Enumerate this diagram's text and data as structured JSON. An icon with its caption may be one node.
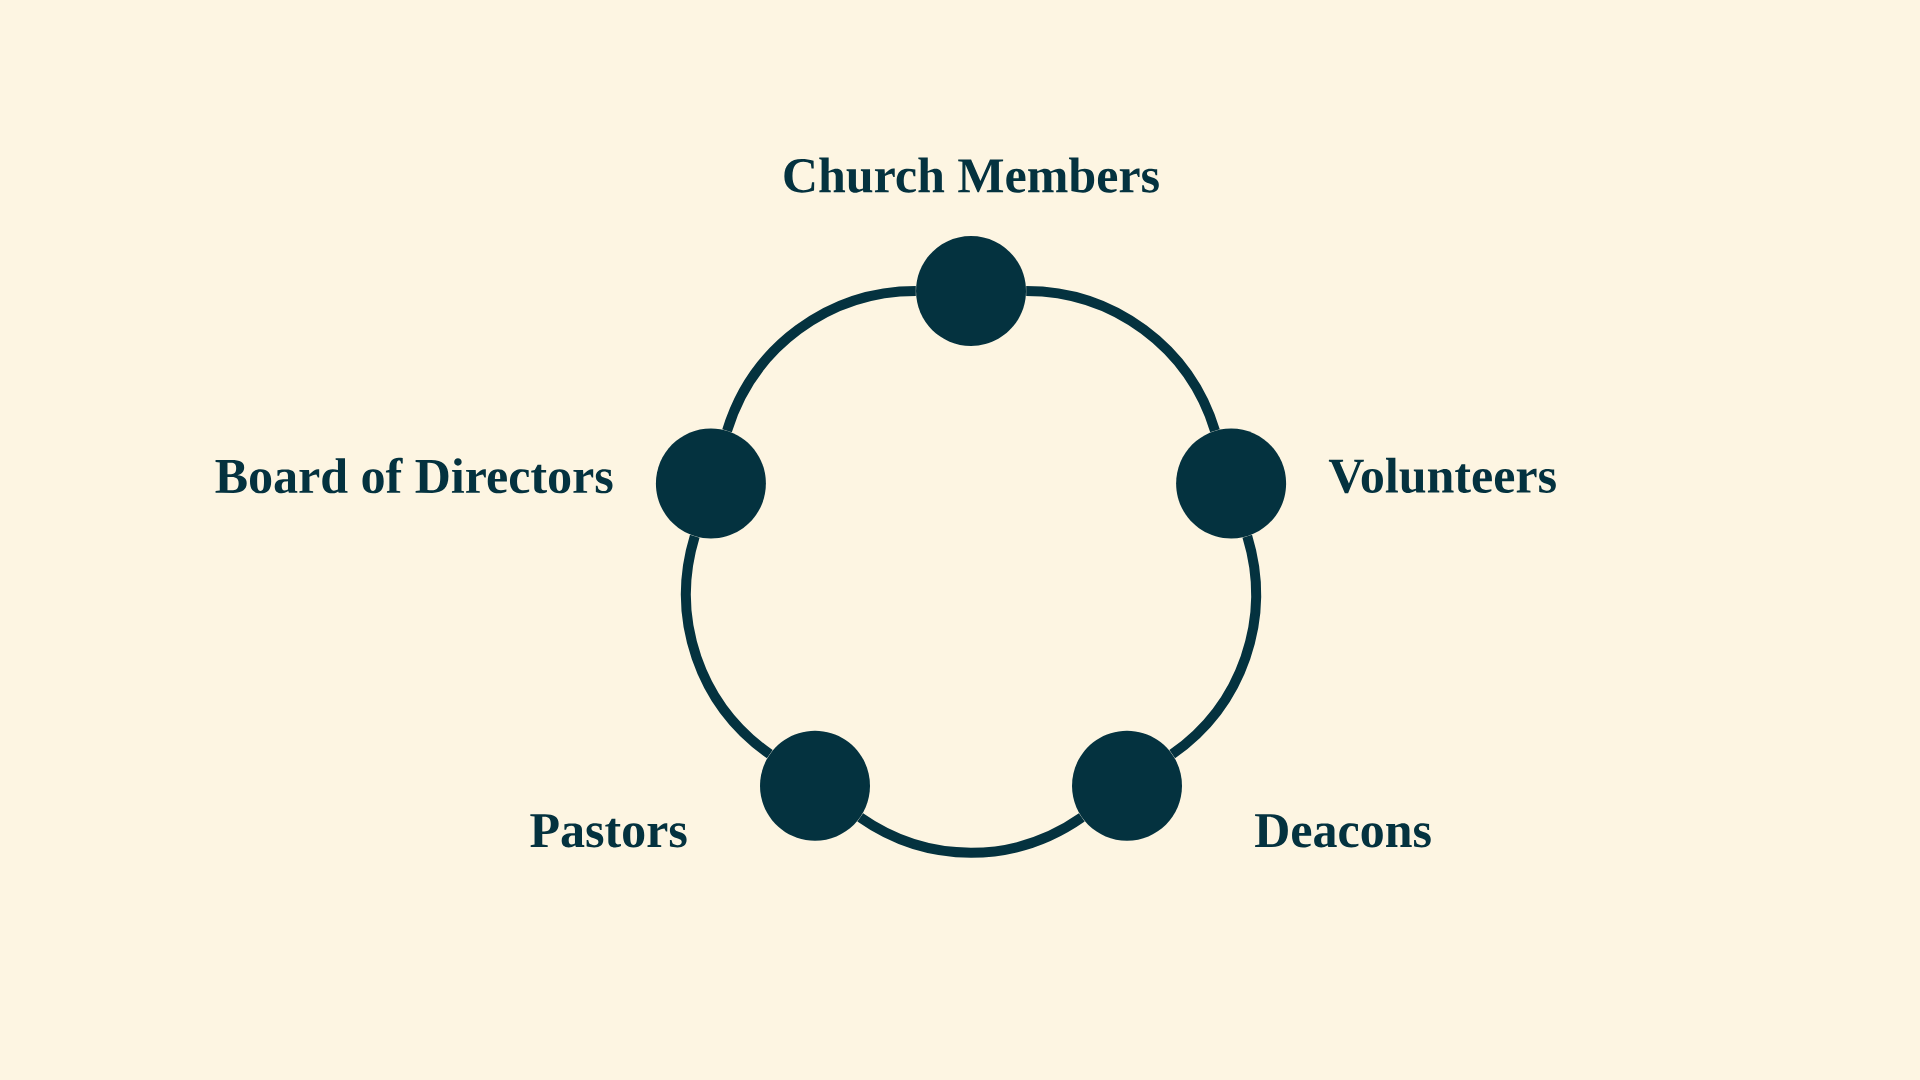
{
  "diagram": {
    "nodes": [
      {
        "text": [
          "Church Members"
        ]
      },
      {
        "text": [
          "Board of Directors"
        ]
      },
      {
        "text": [
          "Volunteers"
        ]
      },
      {
        "text": [
          "Pastors"
        ]
      },
      {
        "text": [
          "Deacons"
        ]
      }
    ],
    "edges": [
      {
        "from": 0,
        "to": 1,
        "arrow": "none"
      },
      {
        "from": 1,
        "to": 3,
        "arrow": "none"
      },
      {
        "from": 3,
        "to": 4,
        "arrow": "none"
      },
      {
        "from": 4,
        "to": 2,
        "arrow": "none"
      },
      {
        "from": 2,
        "to": 0,
        "arrow": "none"
      }
    ]
  }
}
